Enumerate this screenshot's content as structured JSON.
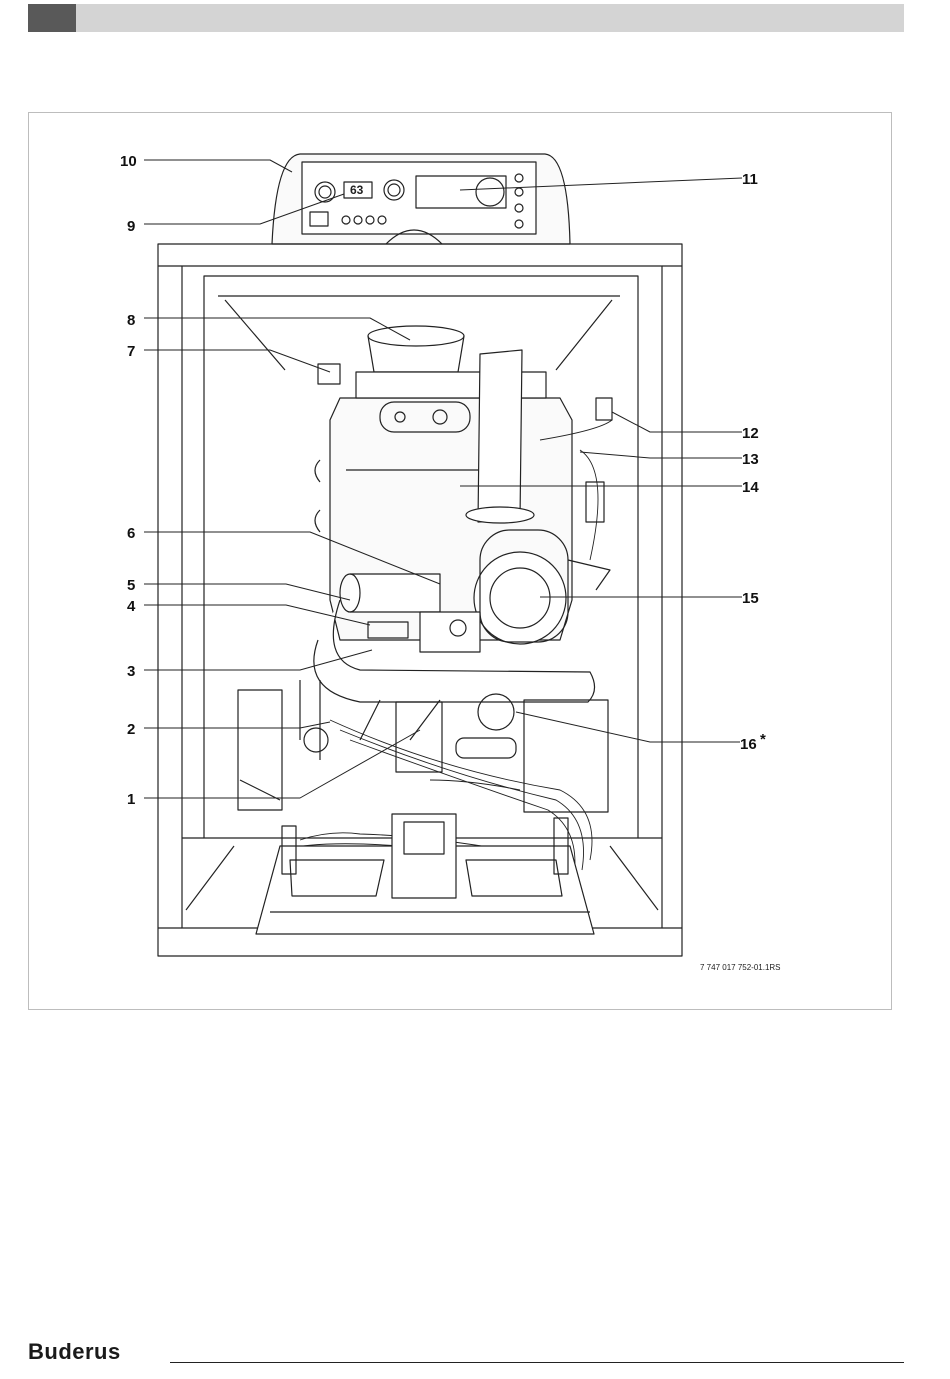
{
  "figure": {
    "drawing_code": "7 747 017 752-01.1RS",
    "panel_display": "63",
    "labels": {
      "l1": "1",
      "l2": "2",
      "l3": "3",
      "l4": "4",
      "l5": "5",
      "l6": "6",
      "l7": "7",
      "l8": "8",
      "l9": "9",
      "l10": "10",
      "l11": "11",
      "l12": "12",
      "l13": "13",
      "l14": "14",
      "l15": "15",
      "l16": "16",
      "l16_mark": "*"
    }
  },
  "footer": {
    "brand": "Buderus"
  }
}
